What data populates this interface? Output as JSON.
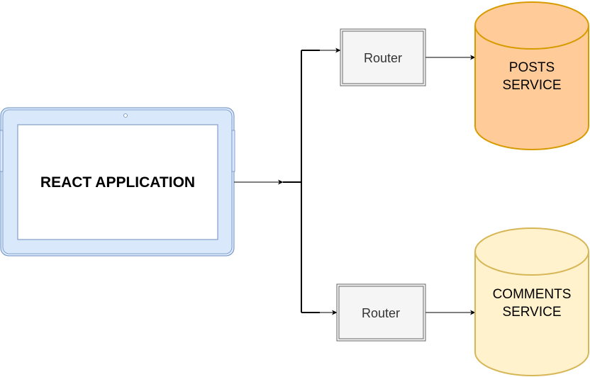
{
  "diagram": {
    "app": {
      "label": "REACT APPLICATION"
    },
    "routers": [
      {
        "label": "Router"
      },
      {
        "label": "Router"
      }
    ],
    "services": [
      {
        "line1": "POSTS",
        "line2": "SERVICE"
      },
      {
        "line1": "COMMENTS",
        "line2": "SERVICE"
      }
    ]
  },
  "colors": {
    "tablet_fill": "#dae8fc",
    "tablet_stroke": "#6c8ebf",
    "router_fill": "#f5f5f5",
    "router_stroke": "#666666",
    "posts_fill": "#ffcc99",
    "posts_stroke": "#d79b00",
    "comments_fill": "#fff2cc",
    "comments_stroke": "#d6b656",
    "edge": "#000000"
  }
}
